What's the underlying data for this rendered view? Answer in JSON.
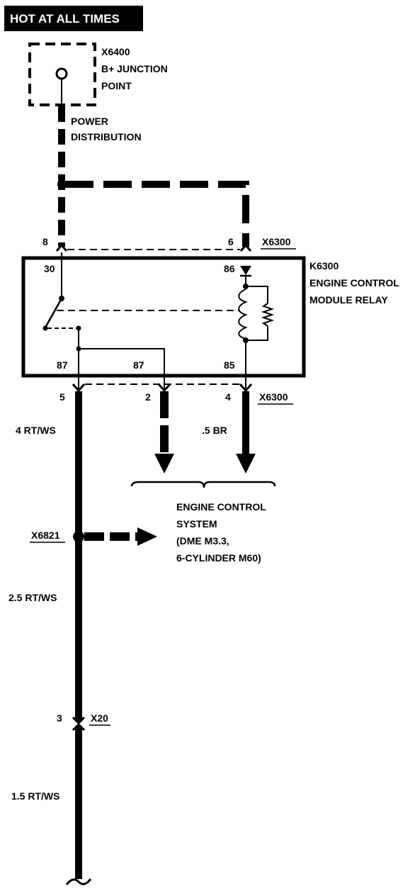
{
  "header": {
    "title": "HOT AT ALL TIMES"
  },
  "junction": {
    "id": "X6400",
    "line1": "B+ JUNCTION",
    "line2": "POINT"
  },
  "power_distribution": {
    "line1": "POWER",
    "line2": "DISTRIBUTION"
  },
  "relay": {
    "id": "K6300",
    "line1": "ENGINE CONTROL",
    "line2": "MODULE RELAY",
    "pin30": "30",
    "pin86": "86",
    "pin87a": "87",
    "pin87b": "87",
    "pin85": "85"
  },
  "connector_top": {
    "id": "X6300",
    "pin_left": "8",
    "pin_right": "6"
  },
  "connector_bottom": {
    "id": "X6300",
    "pin_left": "5",
    "pin_mid": "2",
    "pin_right": "4"
  },
  "wires": {
    "w1": "4 RT/WS",
    "w_br": ".5 BR",
    "w2": "2.5 RT/WS",
    "w3": "1.5 RT/WS"
  },
  "engine_system": {
    "line1": "ENGINE CONTROL",
    "line2": "SYSTEM",
    "line3": "(DME M3.3,",
    "line4": "6-CYLINDER M60)"
  },
  "splice": {
    "id": "X6821"
  },
  "connector_x20": {
    "id": "X20",
    "pin": "3"
  }
}
